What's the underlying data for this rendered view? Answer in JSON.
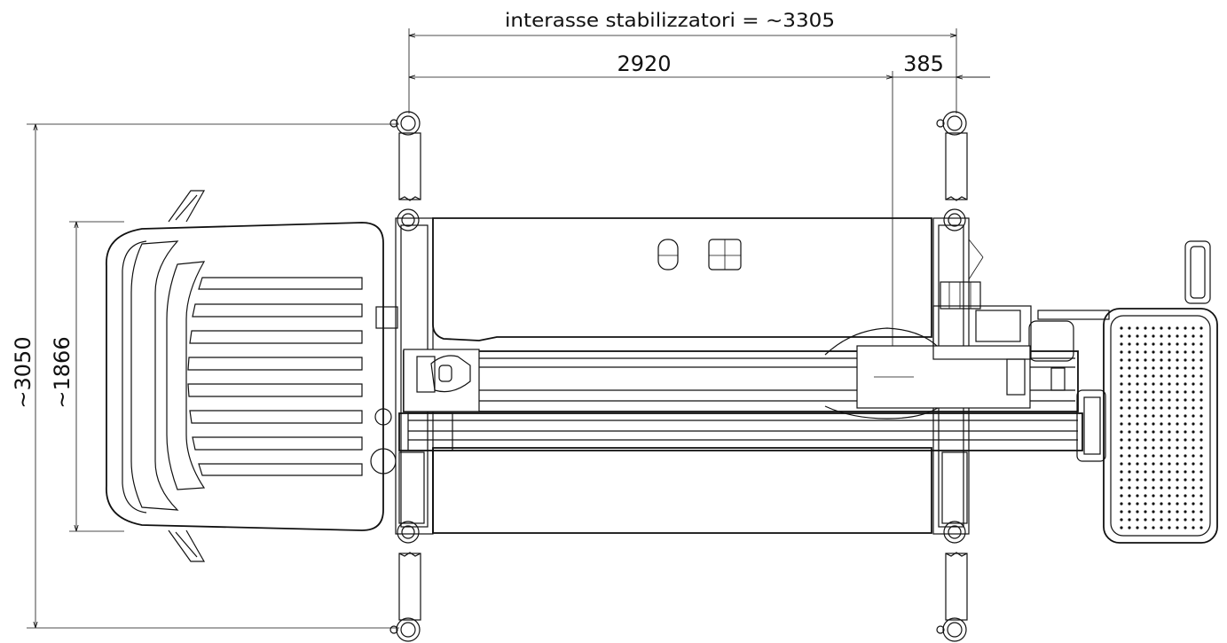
{
  "dimensions": {
    "outrigger_wheelbase": "interasse stabilizzatori = ~3305",
    "span_main": "2920",
    "span_rear": "385",
    "overall_width": "~3050",
    "cab_width": "~1866"
  },
  "colors": {
    "line": "#111111",
    "background": "#ffffff"
  }
}
